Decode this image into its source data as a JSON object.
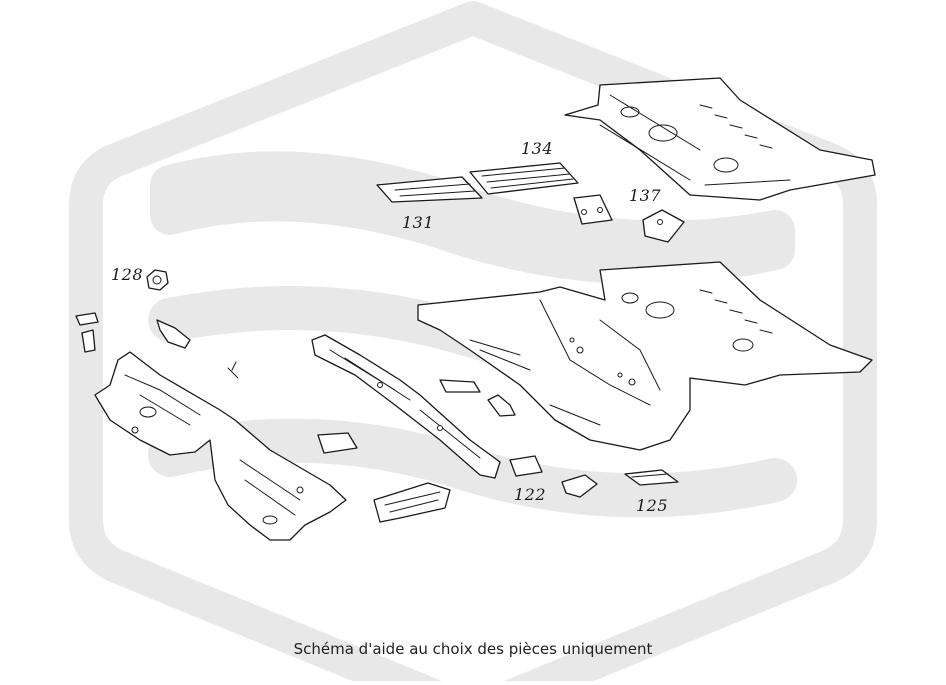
{
  "watermark": {
    "shape": "hexagon-logo",
    "color": "#e6e6e6"
  },
  "diagram": {
    "callouts": [
      {
        "id": "134",
        "text": "134"
      },
      {
        "id": "131",
        "text": "131"
      },
      {
        "id": "137",
        "text": "137"
      },
      {
        "id": "128",
        "text": "128"
      },
      {
        "id": "122",
        "text": "122"
      },
      {
        "id": "125",
        "text": "125"
      }
    ]
  },
  "caption": "Schéma d'aide au choix des pièces uniquement"
}
